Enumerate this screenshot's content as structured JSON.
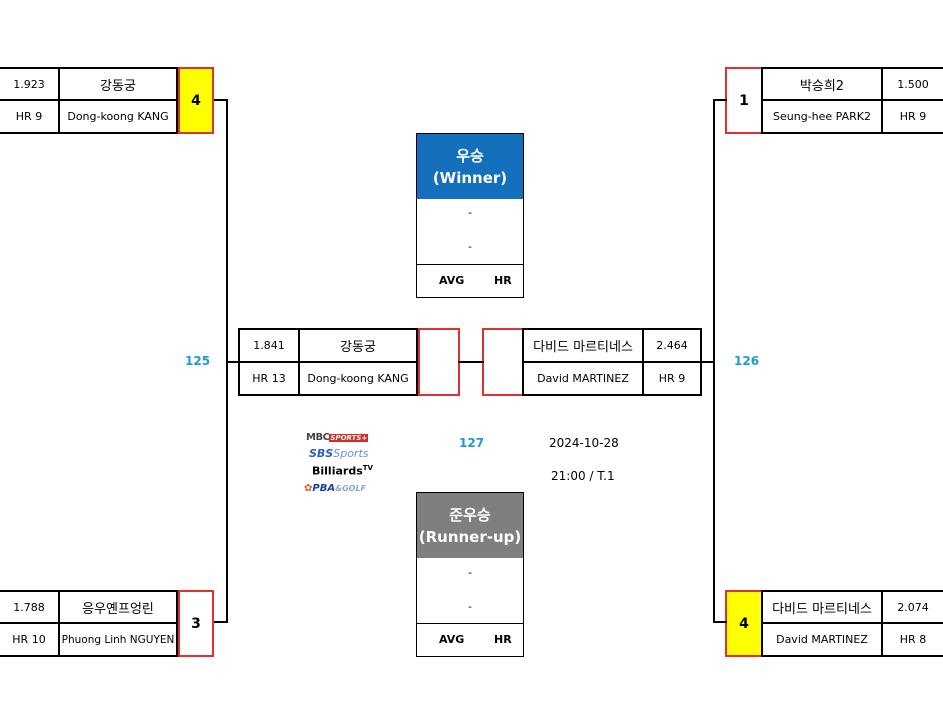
{
  "top_left": {
    "avg": "1.923",
    "hr": "HR 9",
    "name_kr": "강동궁",
    "name_en": "Dong-koong KANG",
    "score": "4"
  },
  "bottom_left": {
    "avg": "1.788",
    "hr": "HR 10",
    "name_kr": "응우옌프엉린",
    "name_en": "Phuong Linh NGUYEN",
    "score": "3"
  },
  "top_right": {
    "avg": "1.500",
    "hr": "HR 9",
    "name_kr": "박승희2",
    "name_en": "Seung-hee PARK2",
    "score": "1"
  },
  "bottom_right": {
    "avg": "2.074",
    "hr": "HR 8",
    "name_kr": "다비드 마르티네스",
    "name_en": "David MARTINEZ",
    "score": "4"
  },
  "final_left": {
    "avg": "1.841",
    "hr": "HR 13",
    "name_kr": "강동궁",
    "name_en": "Dong-koong KANG",
    "score": ""
  },
  "final_right": {
    "avg": "2.464",
    "hr": "HR 9",
    "name_kr": "다비드 마르티네스",
    "name_en": "David MARTINEZ",
    "score": ""
  },
  "match_numbers": {
    "left": "125",
    "right": "126",
    "final": "127"
  },
  "winner": {
    "title": "우승",
    "subtitle": "(Winner)",
    "line1": "-",
    "line2": "-",
    "avg_label": "AVG",
    "hr_label": "HR"
  },
  "runner_up": {
    "title": "준우승",
    "subtitle": "(Runner-up)",
    "line1": "-",
    "line2": "-",
    "avg_label": "AVG",
    "hr_label": "HR"
  },
  "schedule": {
    "date": "2024-10-28",
    "time_table": "21:00 / T.1"
  },
  "broadcasters": {
    "mbc": "MBC",
    "mbc_sports": "SPORTS+",
    "sbs": "SBS",
    "sbs_sports": "Sports",
    "billiards": "Billiards",
    "tv": "TV",
    "pba": "PBA",
    "golf": "&GOLF"
  },
  "colors": {
    "highlight": "#ffff00",
    "accent_blue": "#1e9ad6",
    "winner_blue": "#1470bd",
    "runner_gray": "#7f7f7f",
    "border_red": "#e03030"
  }
}
